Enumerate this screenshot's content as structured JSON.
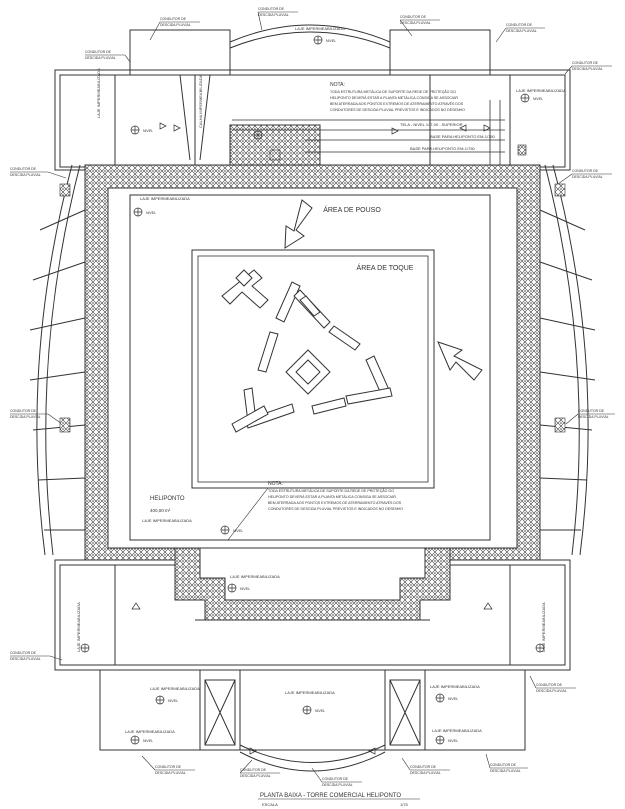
{
  "drawing": {
    "title": "PLANTA BAIXA - TORRE COMERCIAL HELIPONTO",
    "scale_label": "ESCALA",
    "scale_value": "1/75"
  },
  "areas": {
    "pouso": "ÁREA DE POUSO",
    "toque": "ÁREA DE TOQUE"
  },
  "heliponto": {
    "label": "HELIPONTO",
    "area": "400,00 m²",
    "laje": "LAJE IMPERMEABILIZADA"
  },
  "labels": {
    "laje": "LAJE IMPERMEABILIZADA",
    "laje_short": "LAJE IMPERMEABILIZADA",
    "calha": "CALHA IMPERMEABILIZADA",
    "nivel": "NIVEL",
    "condutor_1": "CONDUTOR DE",
    "condutor_2": "DESCIDA PLUVIAL",
    "tela_nivel": "TELA - NIVEL 147,00 - SUPERIOR",
    "base_1": "BASE PARA HELIPONTO EM-1/750",
    "base_2": "BASE PARA HELIPONTO EM-1/750"
  },
  "notes": {
    "top_title": "NOTA:",
    "top_lines": [
      "TODA ESTRUTURA METÁLICA DE SUPORTE DA REDE DE PROTEÇÃO DO",
      "HELIPONTO DEVERÁ ESTAR A PLANTA METÁLICA CONSIGA SE ASSOCIAR",
      "BEM ATERRADA AOS PONTOS EXTREMOS DE ATERRAMENTO ATRAVÉS DOS",
      "CONDUTORES DE DESCIDA PLUVIAL PREVISTOS E INDICADOS NO DESENHO"
    ],
    "bottom_title": "NOTA:",
    "bottom_lines": [
      "TODA ESTRUTURA METÁLICA DE SUPORTE DA REDE DE PROTEÇÃO DO",
      "HELIPONTO DEVERÁ ESTAR A PLANTA METÁLICA CONSIGA SE ASSOCIAR",
      "BEM ATERRADA AOS PONTOS EXTREMOS DE ATERRAMENTO ATRAVÉS DOS",
      "CONDUTORES DE DESCIDA PLUVIAL PREVISTOS E INDICADOS NO DESENHO"
    ]
  },
  "colors": {
    "line": "#333333",
    "hatch": "#444444",
    "paper": "#ffffff"
  }
}
